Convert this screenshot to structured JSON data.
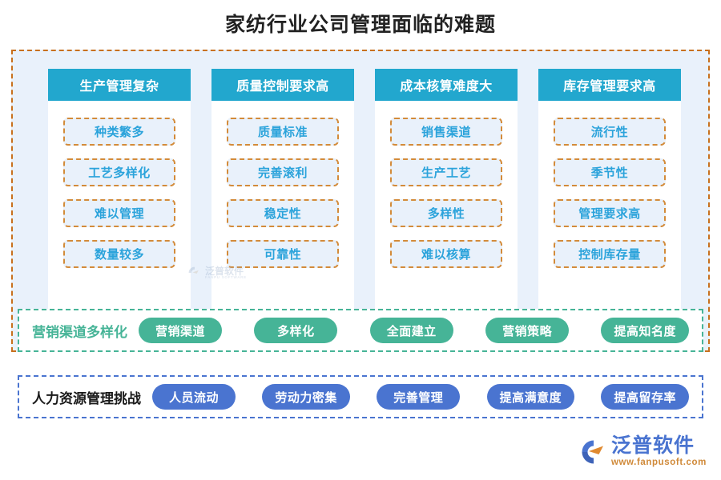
{
  "title": "家纺行业公司管理面临的难题",
  "columns": [
    {
      "header": "生产管理复杂",
      "items": [
        "种类繁多",
        "工艺多样化",
        "难以管理",
        "数量较多"
      ]
    },
    {
      "header": "质量控制要求高",
      "items": [
        "质量标准",
        "完善滚利",
        "稳定性",
        "可靠性"
      ]
    },
    {
      "header": "成本核算难度大",
      "items": [
        "销售渠道",
        "生产工艺",
        "多样性",
        "难以核算"
      ]
    },
    {
      "header": "库存管理要求高",
      "items": [
        "流行性",
        "季节性",
        "管理要求高",
        "控制库存量"
      ]
    }
  ],
  "rows": [
    {
      "label": "营销渠道多样化",
      "pills": [
        "营销渠道",
        "多样化",
        "全面建立",
        "营销策略",
        "提高知名度"
      ]
    },
    {
      "label": "人力资源管理挑战",
      "pills": [
        "人员流动",
        "劳动力密集",
        "完善管理",
        "提高满意度",
        "提高留存率"
      ]
    }
  ],
  "watermark": {
    "cn": "泛普软件",
    "en": "FANPU SOFTWARE"
  },
  "brand": {
    "cn": "泛普软件",
    "en": "www.fanpusoft.com"
  },
  "colors": {
    "header_teal": "#22A7CE",
    "chip_border_orange": "#D38B3A",
    "chip_text_blue": "#2BA3DB",
    "chip_fill": "#E9F1FB",
    "panel_border_orange": "#C8701E",
    "panel_fill": "#E9F1FB",
    "green": "#46B497",
    "blue": "#4A74D0",
    "title_text": "#222222"
  }
}
